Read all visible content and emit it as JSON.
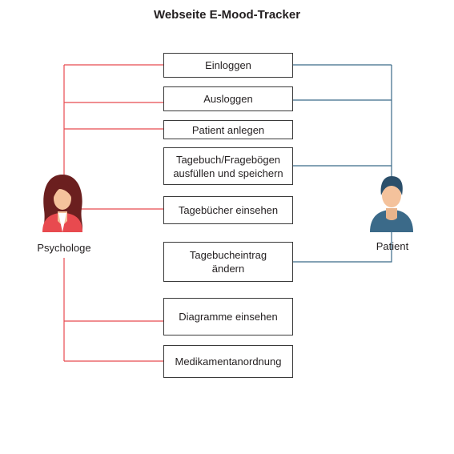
{
  "title": "Webseite E-Mood-Tracker",
  "actors": {
    "psychologe": {
      "label": "Psychologe",
      "icon": "female-user-icon",
      "line_color": "#e84a4f"
    },
    "patient": {
      "label": "Patient",
      "icon": "male-user-icon",
      "line_color": "#3b6a89"
    }
  },
  "functions": [
    {
      "id": "einloggen",
      "label": "Einloggen",
      "psychologe": true,
      "patient": true
    },
    {
      "id": "ausloggen",
      "label": "Ausloggen",
      "psychologe": true,
      "patient": true
    },
    {
      "id": "patient-anlegen",
      "label": "Patient anlegen",
      "psychologe": true,
      "patient": false
    },
    {
      "id": "tagebuch-ausfuellen",
      "label": "Tagebuch/Fragebögen ausfüllen und speichern",
      "psychologe": false,
      "patient": true
    },
    {
      "id": "tagebuecher-einsehen",
      "label": "Tagebücher einsehen",
      "psychologe": true,
      "patient": false
    },
    {
      "id": "tagebucheintrag-aendern",
      "label": "Tagebucheintrag ändern",
      "psychologe": false,
      "patient": true
    },
    {
      "id": "diagramme-einsehen",
      "label": "Diagramme einsehen",
      "psychologe": true,
      "patient": false
    },
    {
      "id": "medikamentanordnung",
      "label": "Medikamentanordnung",
      "psychologe": true,
      "patient": false
    }
  ]
}
